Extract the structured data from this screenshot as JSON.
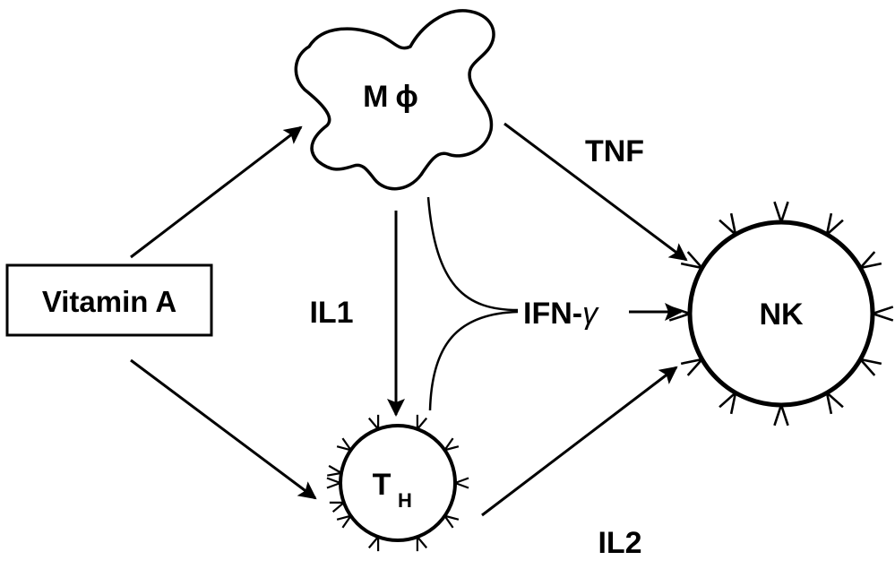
{
  "nodes": {
    "vitamin_a": "Vitamin A",
    "macrophage": "M",
    "macrophage_symbol": "ϕ",
    "th_cell": "T",
    "th_cell_sub": "H",
    "nk_cell": "NK"
  },
  "edges": {
    "tnf": "TNF",
    "il1": "IL1",
    "ifn": "IFN-",
    "ifn_symbol": "γ",
    "il2": "IL2"
  },
  "colors": {
    "ink": "#000000",
    "background": "#ffffff"
  }
}
